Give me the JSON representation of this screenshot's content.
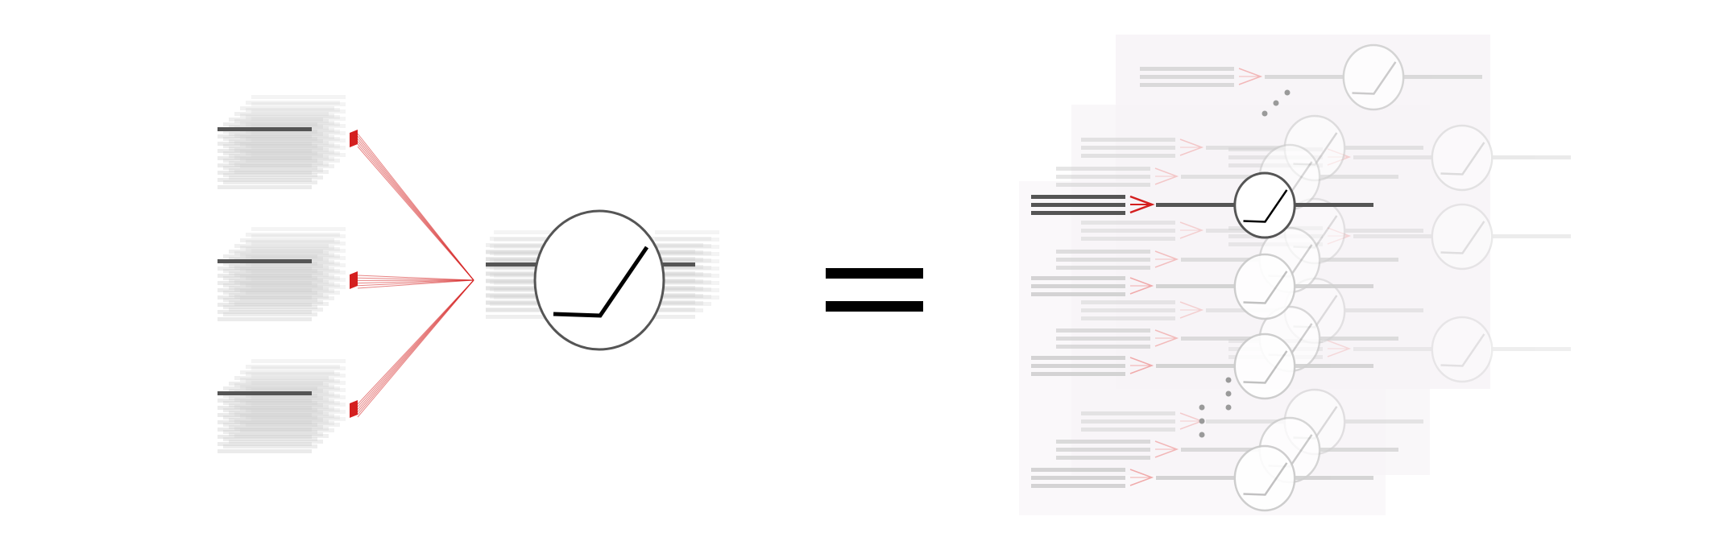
{
  "diagram": {
    "left_panel": {
      "description_free": true,
      "input_stack_count": 3,
      "neuron_count": 1
    },
    "equals_symbol": "=",
    "right_panel": {
      "visible_neuron_columns": 3
    },
    "colors": {
      "background": "#ffffff",
      "dark_line": "#555555",
      "light_line": "#d0d0d0",
      "stack_fill": "#cfcfcf",
      "connector_red": "#d41f1f",
      "connector_red_light": "#f0a3a3",
      "neuron_stroke": "#555555",
      "neuron_stroke_faded": "#d8d8d8",
      "activation_dark": "#000000",
      "activation_faded": "#bcbcbc",
      "panel_tint": "#f7f4f7"
    },
    "icons": {
      "neuron": "activation-neuron-icon",
      "connector": "red-connector-icon",
      "ellipsis": "dots-icon"
    }
  }
}
